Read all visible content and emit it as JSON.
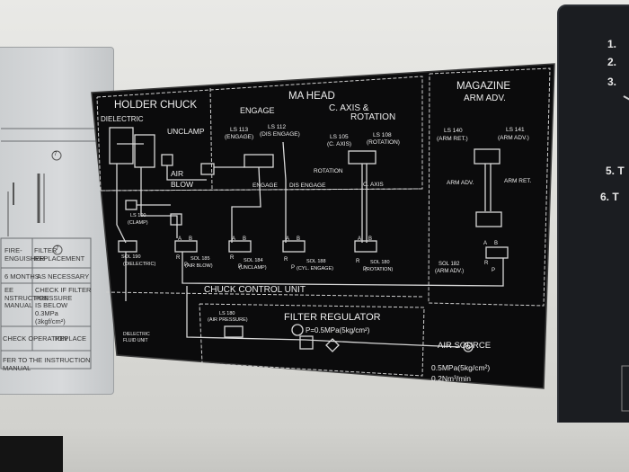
{
  "left_plate": {
    "fire_extinguisher": "FIRE-\nENGUISHER",
    "filter_replacement": "FILTER\nREPLACEMENT",
    "six_months": "6 MONTHS",
    "as_necessary": "AS NECESSARY",
    "see_instruction": "EE\nNSTRUCTION\nMANUAL",
    "check_filter": "CHECK IF FILTER\nPRESSURE\nIS BELOW\n0.3MPa\n(3kgf/cm²)",
    "check_operation": "CHECK OPERATION",
    "replace": "REPLACE",
    "refer": "FER TO THE INSTRUCTION MANUAL",
    "circle_seven_a": "7",
    "circle_seven_b": "7"
  },
  "right_panel": {
    "items": [
      "1.",
      "2.",
      "3.",
      "",
      "5.  T",
      "6.  T"
    ]
  },
  "plate": {
    "holder_chuck": "HOLDER CHUCK",
    "dielectric": "DIELECTRIC",
    "unclamp": "UNCLAMP",
    "air": "AIR",
    "blow": "BLOW",
    "ma_head": "MA HEAD",
    "engage": "ENGAGE",
    "c_axis_rotation_1": "C. AXIS &",
    "c_axis_rotation_2": "ROTATION",
    "ls113": "LS 113",
    "ls113_sub": "(ENGAGE)",
    "ls112": "LS 112",
    "ls112_sub": "(DIS ENGAGE)",
    "ls105": "LS 105",
    "ls105_sub": "(C. AXIS)",
    "ls108": "LS 108",
    "ls108_sub": "(ROTATION)",
    "rotation_small": "ROTATION",
    "engage_small": "ENGAGE",
    "dis_engage_small": "DIS ENGAGE",
    "c_axis_small": "C. AXIS",
    "magazine": "MAGAZINE",
    "arm_adv": "ARM ADV.",
    "ls140": "LS 140",
    "ls140_sub": "(ARM RET.)",
    "ls141": "LS 141",
    "ls141_sub": "(ARM ADV.)",
    "arm_adv_small": "ARM ADV.",
    "arm_ret_small": "ARM RET.",
    "ls100": "LS 100",
    "ls100_sub": "(CLAMP)",
    "sol190": "SOL 190",
    "sol190_sub": "(DIELECTRIC)",
    "sol185": "SOL 185",
    "sol185_sub": "(AIR BLOW)",
    "sol184": "SOL 184",
    "sol184_sub": "(UNCLAMP)",
    "sol188": "SOL 188",
    "sol188_sub": "(CYL. ENGAGE)",
    "sol180": "SOL 180",
    "sol180_sub": "(ROTATION)",
    "sol182": "SOL 182",
    "sol182_sub": "(ARM ADV.)",
    "chuck_control_unit": "CHUCK CONTROL UNIT",
    "filter_regulator": "FILTER REGULATOR",
    "ls180": "LS 180",
    "ls180_sub": "(AIR PRESSURE)",
    "pressure": "P=0.5MPa(5kg/cm²)",
    "air_source": "AIR SOURCE",
    "air_source_pressure": "0.5MPa(5kg/cm²)",
    "air_source_flow": "0.2Nm³/min",
    "dielectric_fluid_1": "DIELECTRIC",
    "dielectric_fluid_2": "FLUID UNIT",
    "port_a": "A",
    "port_b": "B",
    "port_r": "R",
    "port_p": "P"
  }
}
